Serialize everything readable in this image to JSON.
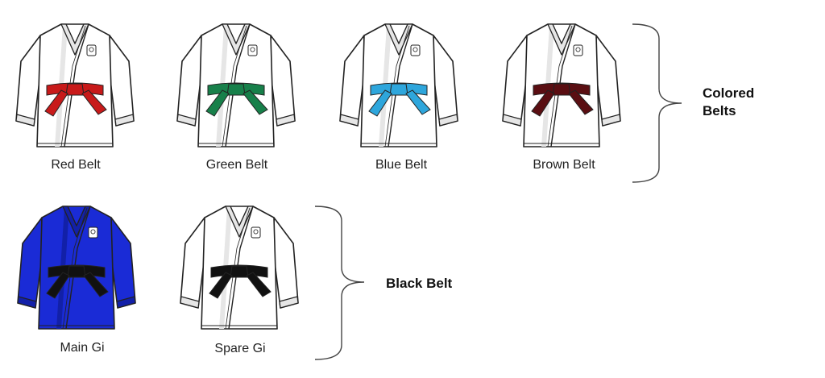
{
  "colored_group": {
    "label_line1": "Colored",
    "label_line2": "Belts",
    "items": [
      {
        "label": "Red Belt",
        "gi_color": "#ffffff",
        "belt_color": "#c81a1a"
      },
      {
        "label": "Green Belt",
        "gi_color": "#ffffff",
        "belt_color": "#17804a"
      },
      {
        "label": "Blue Belt",
        "gi_color": "#ffffff",
        "belt_color": "#2ea6dc"
      },
      {
        "label": "Brown Belt",
        "gi_color": "#ffffff",
        "belt_color": "#5a0e12"
      }
    ]
  },
  "black_group": {
    "label": "Black Belt",
    "items": [
      {
        "label": "Main Gi",
        "gi_color": "#1a2bd6",
        "belt_color": "#111111"
      },
      {
        "label": "Spare Gi",
        "gi_color": "#ffffff",
        "belt_color": "#111111"
      }
    ]
  }
}
